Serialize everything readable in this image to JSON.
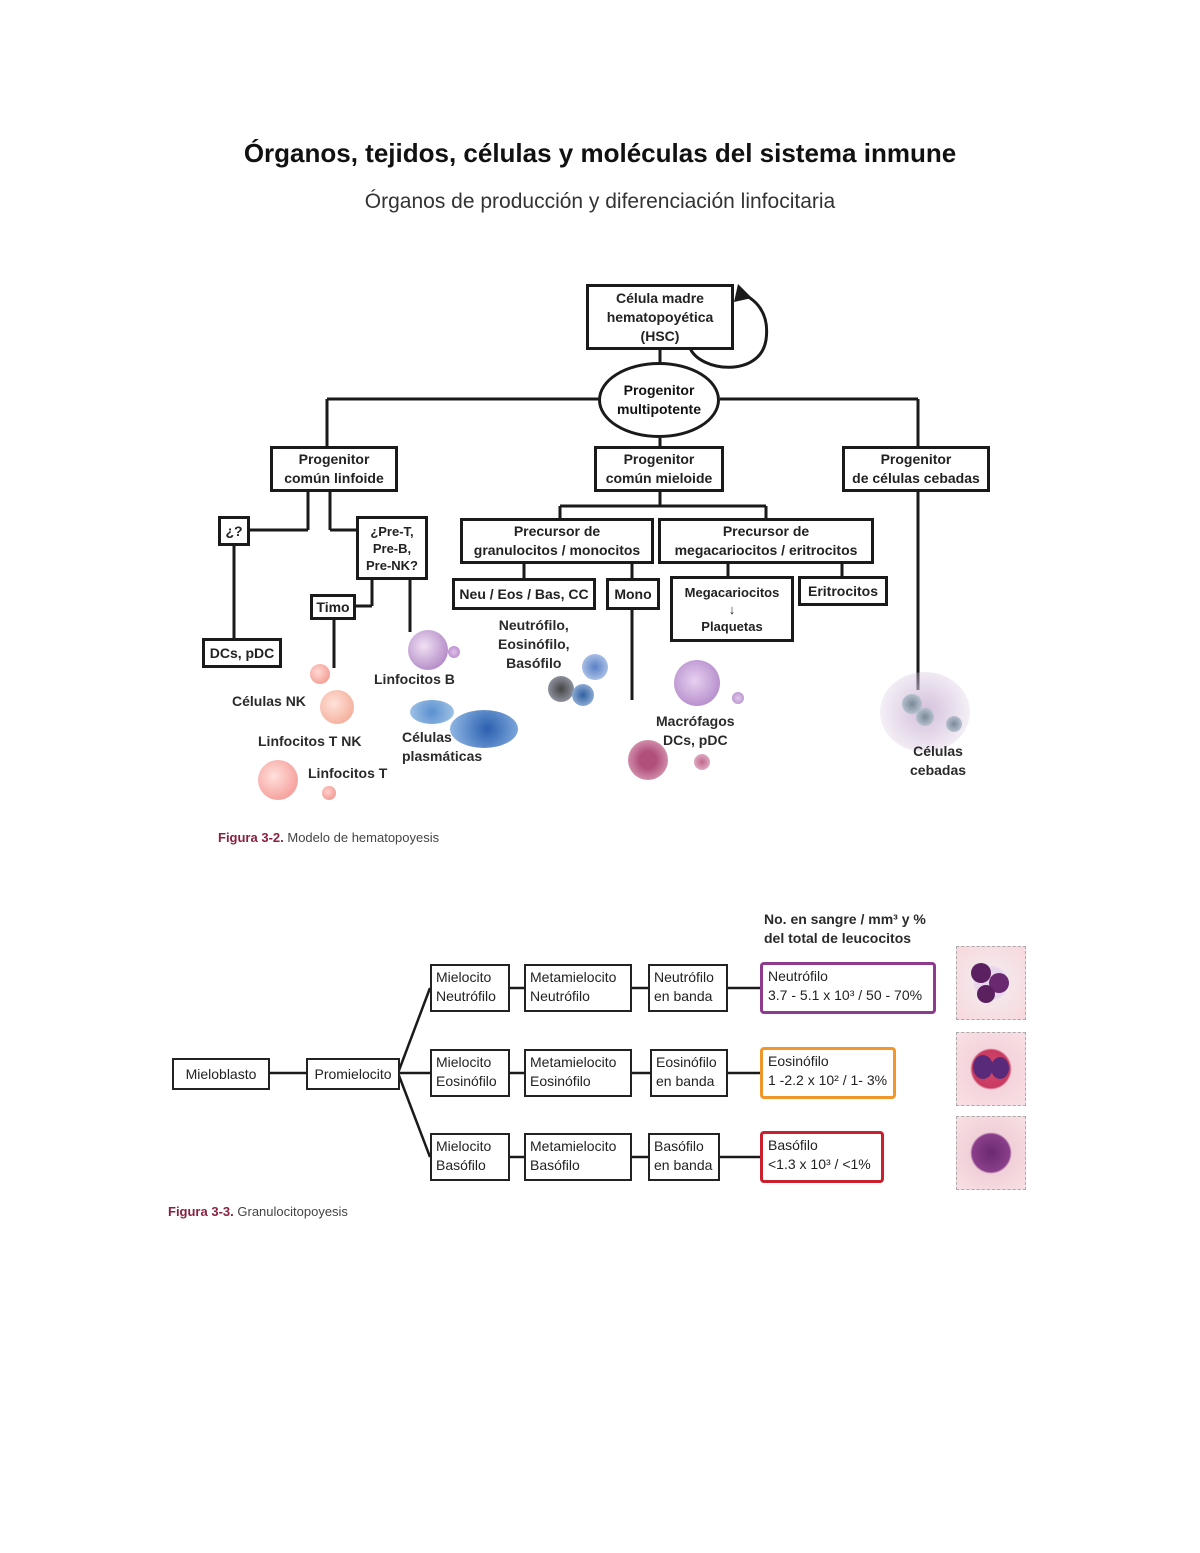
{
  "header": {
    "title": "Órganos, tejidos, células y moléculas del sistema inmune",
    "subtitle": "Órganos de producción y diferenciación linfocitaria"
  },
  "figure1": {
    "hsc": "Célula madre\nhematopoyética\n(HSC)",
    "multipotent": "Progenitor\nmultipotente",
    "lymphoid": "Progenitor\ncomún linfoide",
    "myeloid": "Progenitor\ncomún mieloide",
    "mast_prog": "Progenitor\nde células cebadas",
    "unknown": "¿?",
    "pre": "¿Pre-T,\nPre-B,\nPre-NK?",
    "timo": "Timo",
    "dcs_pdc": "DCs, pDC",
    "gran_mono": "Precursor de\ngranulocitos / monocitos",
    "mega_eri": "Precursor de\nmegacariocitos / eritrocitos",
    "neu_eos": "Neu / Eos / Bas, CC",
    "mono": "Mono",
    "mega": "Megacariocitos\n↓\nPlaquetas",
    "eritro": "Eritrocitos",
    "lbl_nk": "Células NK",
    "lbl_tnk": "Linfocitos T NK",
    "lbl_t": "Linfocitos T",
    "lbl_b": "Linfocitos B",
    "lbl_plasma": "Células\nplasmáticas",
    "lbl_gran": "Neutrófilo,\nEosinófilo,\nBasófilo",
    "lbl_macro": "Macrófagos\nDCs, pDC",
    "lbl_mast": "Células\ncebadas",
    "caption_bold": "Figura 3-2.",
    "caption_text": "Modelo de hematopoyesis"
  },
  "figure2": {
    "header": "No. en sangre / mm³ y %\ndel total de leucocitos",
    "mieloblasto": "Mieloblasto",
    "promielocito": "Promielocito",
    "rows": [
      {
        "mielocito": "Mielocito\nNeutrófilo",
        "meta": "Metamielocito\nNeutrófilo",
        "banda": "Neutrófilo\nen banda",
        "result": "Neutrófilo\n3.7 - 5.1 x 10³ / 50 - 70%",
        "color": "#8e3a8e"
      },
      {
        "mielocito": "Mielocito\nEosinófilo",
        "meta": "Metamielocito\nEosinófilo",
        "banda": "Eosinófilo\nen banda",
        "result": "Eosinófilo\n1 -2.2 x 10² / 1- 3%",
        "color": "#f0962a"
      },
      {
        "mielocito": "Mielocito\nBasófilo",
        "meta": "Metamielocito\nBasófilo",
        "banda": "Basófilo\nen banda",
        "result": "Basófilo\n<1.3 x 10³ / <1%",
        "color": "#c8202e"
      }
    ],
    "caption_bold": "Figura 3-3.",
    "caption_text": "Granulocitopoyesis"
  }
}
